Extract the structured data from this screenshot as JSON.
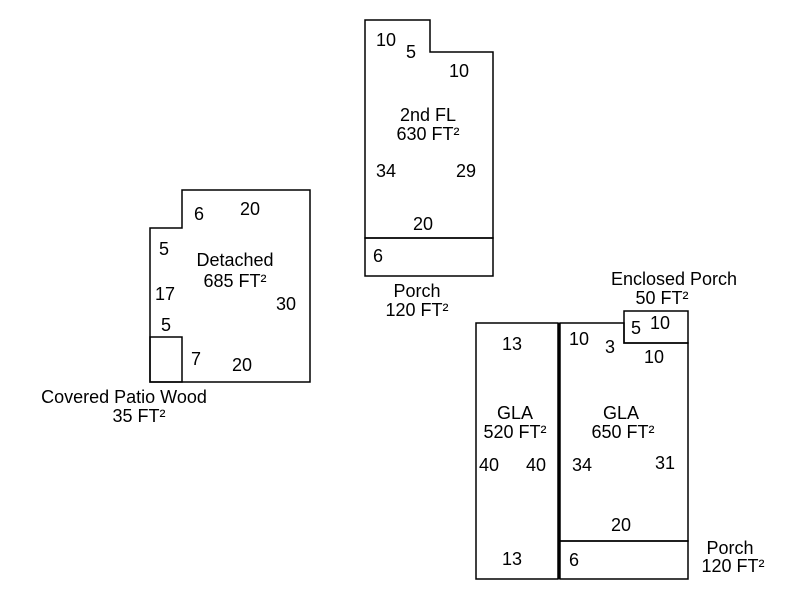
{
  "colors": {
    "line": "#000000",
    "background": "#ffffff"
  },
  "areas": {
    "second_floor": {
      "name": "2nd FL",
      "area": "630 FT²",
      "dims": [
        "10",
        "5",
        "10",
        "34",
        "29",
        "20"
      ]
    },
    "porch_top": {
      "name": "Porch",
      "area": "120 FT²",
      "dims": [
        "6"
      ]
    },
    "detached": {
      "name": "Detached",
      "area": "685 FT²",
      "dims": [
        "6",
        "20",
        "5",
        "17",
        "30",
        "5",
        "7",
        "20"
      ]
    },
    "covered_patio": {
      "name": "Covered Patio Wood",
      "area": "35 FT²"
    },
    "gla_left": {
      "name": "GLA",
      "area": "520 FT²",
      "dims": [
        "13",
        "40",
        "40",
        "13"
      ]
    },
    "gla_right": {
      "name": "GLA",
      "area": "650 FT²",
      "dims": [
        "10",
        "3",
        "10",
        "34",
        "31",
        "20"
      ]
    },
    "enclosed_porch": {
      "name": "Enclosed Porch",
      "area": "50 FT²",
      "dims": [
        "5",
        "10"
      ]
    },
    "porch_bottom": {
      "name": "Porch",
      "area": "120 FT²",
      "dims": [
        "6"
      ]
    }
  }
}
